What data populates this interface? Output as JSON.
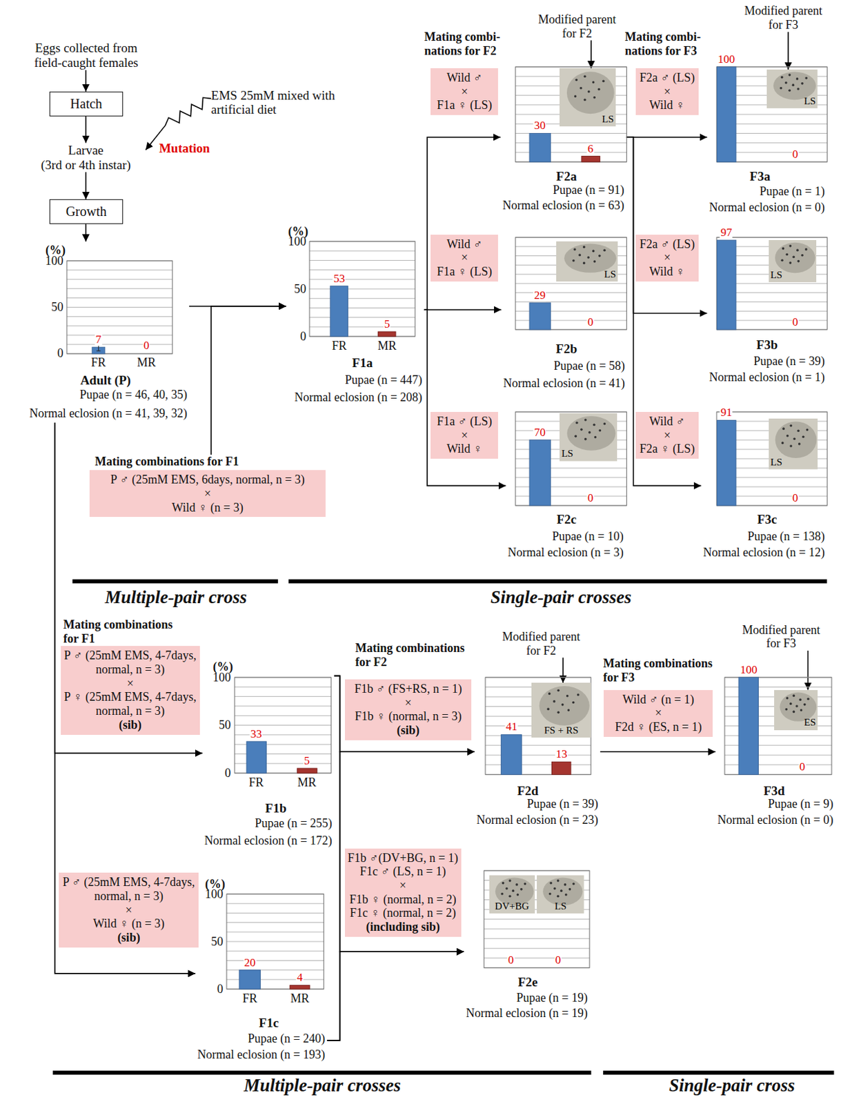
{
  "diagram": {
    "nodes": [
      {
        "text": [
          "Eggs collected from field-caught females"
        ]
      },
      {
        "text": [
          "Hatch"
        ]
      },
      {
        "text": [
          "EMS 25mM mixed with artificial diet"
        ]
      },
      {
        "text": [
          "Larvae",
          "(3rd or 4th instar)"
        ]
      },
      {
        "text": [
          "Growth"
        ]
      },
      {
        "text": [
          "(%)",
          "100",
          "50",
          "0",
          "7",
          "0",
          "FR",
          "MR",
          "Adult (P)",
          "Pupae (n = 46, 40, 35)",
          "Normal eclosion (n = 41, 39, 32)"
        ]
      },
      {
        "text": [
          "Mating combinations for F1",
          "P ♂ (25mM EMS, 6days, normal, n = 3)",
          "×",
          "Wild ♀ (n = 3)"
        ]
      },
      {
        "text": [
          "(%)",
          "100",
          "50",
          "0",
          "53",
          "5",
          "FR",
          "MR",
          "F1a",
          "Pupae (n = 447)",
          "Normal eclosion (n = 208)"
        ]
      },
      {
        "text": [
          "Modified parent for F2"
        ]
      },
      {
        "text": [
          "Mating combi- nations for F2",
          "Wild ♂",
          "×",
          "F1a ♀ (LS)"
        ]
      },
      {
        "text": [
          "30",
          "6",
          "F2a",
          "Pupae (n = 91)",
          "Normal eclosion (n = 63)"
        ]
      },
      {
        "text": [
          "LS"
        ],
        "in": 10
      },
      {
        "text": [
          "Modified parent for F3"
        ]
      },
      {
        "text": [
          "Mating combi- nations for F3",
          "F2a ♂ (LS)",
          "×",
          "Wild ♀"
        ]
      },
      {
        "text": [
          "100",
          "0",
          "F3a",
          "Pupae (n = 1)",
          "Normal eclosion (n = 0)"
        ]
      },
      {
        "text": [
          "LS"
        ],
        "in": 14
      },
      {
        "text": [
          "Wild ♂",
          "×",
          "F1a ♀ (LS)"
        ]
      },
      {
        "text": [
          "29",
          "0",
          "F2b",
          "Pupae (n = 58)",
          "Normal eclosion (n = 41)"
        ]
      },
      {
        "text": [
          "LS"
        ],
        "in": 17
      },
      {
        "text": [
          "F2a ♂ (LS)",
          "×",
          "Wild ♀"
        ]
      },
      {
        "text": [
          "97",
          "0",
          "F3b",
          "Pupae (n = 39)",
          "Normal eclosion (n = 1)"
        ]
      },
      {
        "text": [
          "LS"
        ],
        "in": 20
      },
      {
        "text": [
          "F1a ♂ (LS)",
          "×",
          "Wild ♀"
        ]
      },
      {
        "text": [
          "70",
          "0",
          "F2c",
          "Pupae (n = 10)",
          "Normal eclosion (n = 3)"
        ]
      },
      {
        "text": [
          "LS"
        ],
        "in": 23
      },
      {
        "text": [
          "Wild ♂",
          "×",
          "F2a ♀ (LS)"
        ]
      },
      {
        "text": [
          "91",
          "0",
          "F3c",
          "Pupae (n = 138)",
          "Normal eclosion (n = 12)"
        ]
      },
      {
        "text": [
          "LS"
        ],
        "in": 26
      },
      {
        "text": [
          "Mating combinations for F1",
          "P ♂ (25mM EMS, 4-7days, normal, n = 3)",
          "×",
          "P ♀ (25mM EMS, 4-7days, normal, n = 3)",
          "(sib)"
        ]
      },
      {
        "text": [
          "(%)",
          "100",
          "50",
          "0",
          "33",
          "5",
          "FR",
          "MR",
          "F1b",
          "Pupae (n = 255)",
          "Normal eclosion (n = 172)"
        ]
      },
      {
        "text": [
          "Modified parent for F2"
        ]
      },
      {
        "text": [
          "Mating combinations for F2",
          "F1b ♂ (FS+RS, n = 1)",
          "×",
          "F1b ♀ (normal, n = 3)",
          "(sib)"
        ]
      },
      {
        "text": [
          "41",
          "13",
          "F2d",
          "Pupae (n = 39)",
          "Normal eclosion (n = 23)"
        ]
      },
      {
        "text": [
          "FS + RS"
        ],
        "in": 32
      },
      {
        "text": [
          "Modified parent for F3"
        ]
      },
      {
        "text": [
          "Mating combinations for F3",
          "Wild ♂ (n = 1)",
          "×",
          "F2d ♀ (ES, n = 1)"
        ]
      },
      {
        "text": [
          "100",
          "0",
          "F3d",
          "Pupae (n = 9)",
          "Normal eclosion (n = 0)"
        ]
      },
      {
        "text": [
          "ES"
        ],
        "in": 36
      },
      {
        "text": [
          "F1b ♂(DV+BG, n = 1)",
          "F1c ♂ (LS, n = 1)",
          "×",
          "F1b ♀ (normal, n = 2)",
          "F1c ♀ (normal, n = 2)",
          "(including sib)"
        ]
      },
      {
        "text": [
          "0",
          "0",
          "F2e",
          "Pupae (n = 19)",
          "Normal eclosion (n = 19)"
        ]
      },
      {
        "text": [
          "DV+BG"
        ],
        "in": 39
      },
      {
        "text": [
          "LS"
        ],
        "in": 39
      },
      {
        "text": [
          "P ♂ (25mM EMS, 4-7days, normal, n = 3)",
          "×",
          "Wild ♀ (n = 3)",
          "(sib)"
        ]
      },
      {
        "text": [
          "(%)",
          "100",
          "50",
          "0",
          "20",
          "4",
          "FR",
          "MR",
          "F1c",
          "Pupae (n = 240)",
          "Normal eclosion (n = 193)"
        ]
      }
    ],
    "edges": [
      {
        "from": 0,
        "to": 1,
        "arrow": "to"
      },
      {
        "from": 1,
        "to": 3,
        "arrow": "to"
      },
      {
        "from": 3,
        "to": 4,
        "arrow": "to"
      },
      {
        "from": 4,
        "to": 5,
        "arrow": "to"
      },
      {
        "from": 2,
        "to": 3,
        "arrow": "to"
      },
      {
        "from": 5,
        "to": 7,
        "arrow": "to"
      },
      {
        "from": 6,
        "to": 7,
        "arrow": "to"
      },
      {
        "from": 7,
        "to": 10,
        "arrow": "to"
      },
      {
        "from": 7,
        "to": 17,
        "arrow": "to"
      },
      {
        "from": 7,
        "to": 23,
        "arrow": "to"
      },
      {
        "from": 10,
        "to": 14,
        "arrow": "to"
      },
      {
        "from": 10,
        "to": 20,
        "arrow": "to"
      },
      {
        "from": 10,
        "to": 26,
        "arrow": "to"
      },
      {
        "from": 8,
        "to": 11,
        "arrow": "to"
      },
      {
        "from": 12,
        "to": 15,
        "arrow": "to"
      },
      {
        "from": 5,
        "to": 29,
        "arrow": "to"
      },
      {
        "from": 5,
        "to": 43,
        "arrow": "to"
      },
      {
        "from": 29,
        "to": 32,
        "arrow": "to"
      },
      {
        "from": 29,
        "to": 39,
        "arrow": "to"
      },
      {
        "from": 43,
        "to": 32,
        "arrow": "to"
      },
      {
        "from": 43,
        "to": 39,
        "arrow": "to"
      },
      {
        "from": 30,
        "to": 33,
        "arrow": "to"
      },
      {
        "from": 34,
        "to": 37,
        "arrow": "to"
      },
      {
        "from": 32,
        "to": 36,
        "arrow": "to"
      }
    ],
    "labels": [
      "Mutation",
      "Multiple-pair cross",
      "Single-pair crosses",
      "Multiple-pair crosses",
      "Single-pair cross"
    ]
  }
}
